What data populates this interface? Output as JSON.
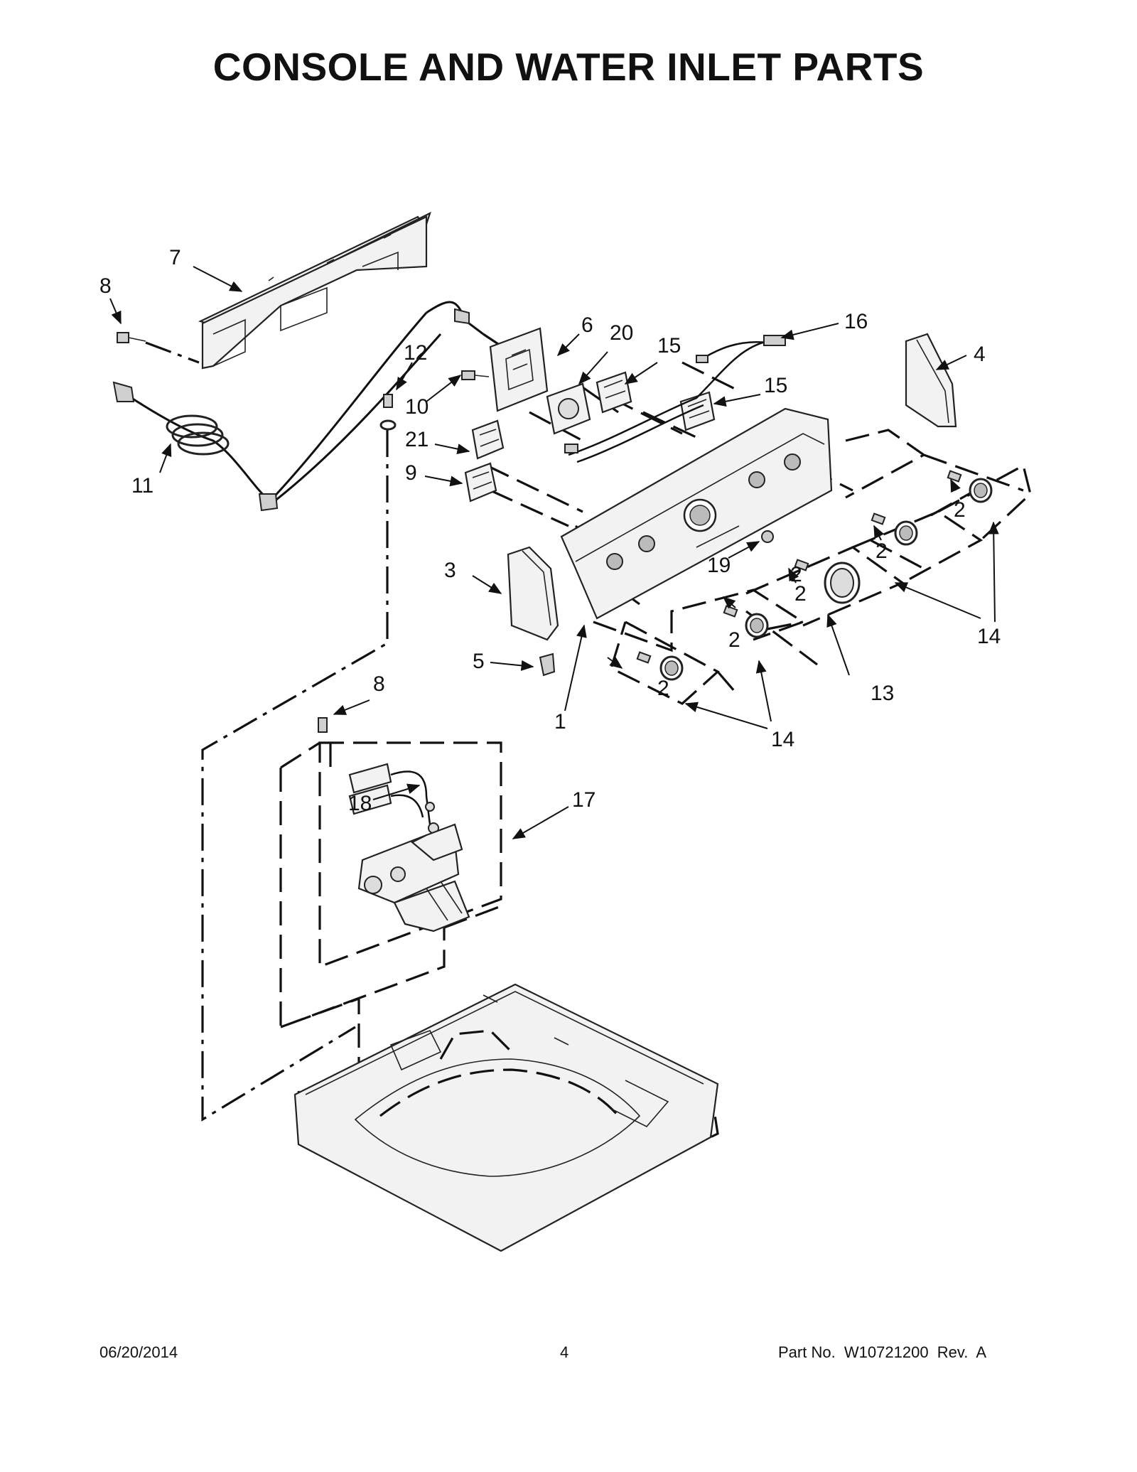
{
  "title": "CONSOLE AND WATER INLET PARTS",
  "footer": {
    "date": "06/20/2014",
    "page": "4",
    "part_no": "Part No.  W10721200  Rev.  A"
  },
  "callouts": {
    "c1": "1",
    "c2a": "2",
    "c2b": "2",
    "c2c": "2",
    "c2d": "2",
    "c2e": "2",
    "c2f": "2",
    "c3": "3",
    "c4": "4",
    "c5": "5",
    "c6": "6",
    "c7": "7",
    "c8a": "8",
    "c8b": "8",
    "c9": "9",
    "c10": "10",
    "c11": "11",
    "c12": "12",
    "c13": "13",
    "c14a": "14",
    "c14b": "14",
    "c15a": "15",
    "c15b": "15",
    "c16": "16",
    "c17": "17",
    "c18": "18",
    "c19": "19",
    "c20": "20",
    "c21": "21"
  }
}
